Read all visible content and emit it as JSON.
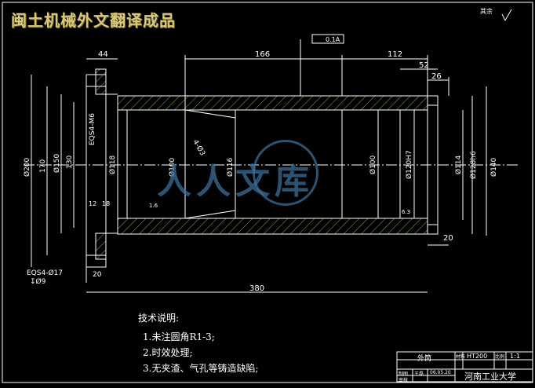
{
  "header": {
    "title": "闽土机械外文翻译成品"
  },
  "watermark": {
    "text": "人人文库"
  },
  "roughness_note": "其余",
  "dimensions": {
    "top": [
      "44",
      "166",
      "112",
      "52",
      "26"
    ],
    "tolerance": "0.1A",
    "left_vertical": [
      "Ø200",
      "170",
      "Ø150",
      "130",
      "Ø118"
    ],
    "holes_top": "EQS4-M6",
    "holes_bottom": "EQS4-Ø17",
    "hole_depth": "↧Ø9",
    "small": [
      "12",
      "18",
      "20"
    ],
    "chamfer": "4-Ø3",
    "inner": [
      "Ø100",
      "Ø116",
      "Ø100",
      "Ø120H7",
      "Ø114",
      "Ø128h6",
      "Ø140"
    ],
    "roughness": [
      "1.6",
      "6.3"
    ],
    "bottom_right": "20",
    "overall": "380"
  },
  "notes": {
    "heading": "技术说明:",
    "items": [
      "1.未注圆角R1-3;",
      "2.时效处理;",
      "3.无夹渣、气孔等铸造缺陷;"
    ]
  },
  "title_block": {
    "part_name": "外筒",
    "material_label": "材料",
    "material": "HT200",
    "scale_label": "比例",
    "scale": "1:1",
    "drawn_label": "制图",
    "checked_label": "审核",
    "drawer": "王磊",
    "date": "06.05.20",
    "org": "河南工业大学"
  }
}
